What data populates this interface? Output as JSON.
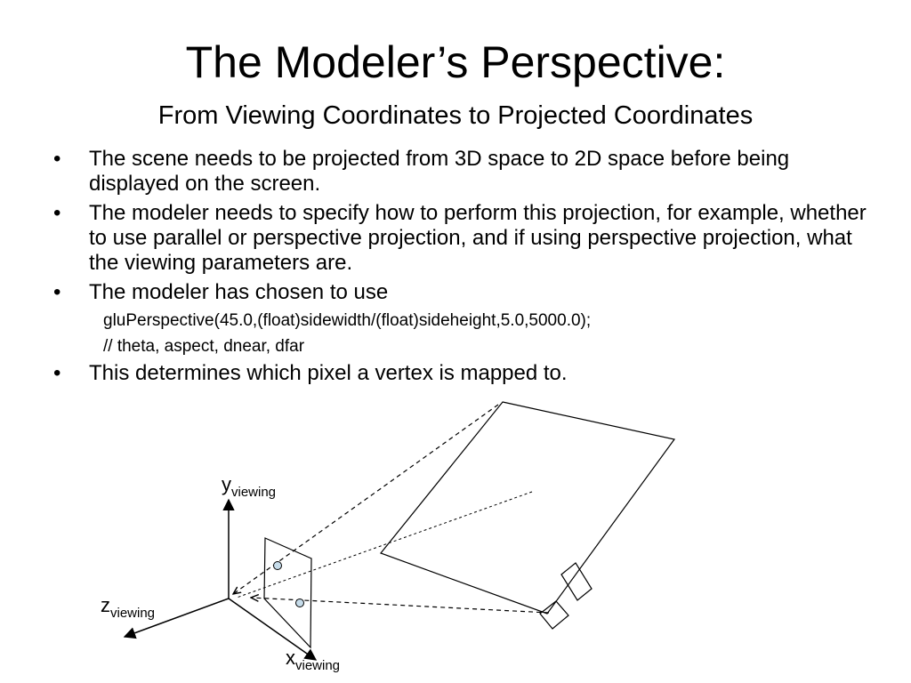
{
  "slide": {
    "title": "The Modeler’s Perspective:",
    "subtitle": "From Viewing Coordinates to Projected Coordinates",
    "bullets": [
      "The scene needs to be projected from 3D space to 2D space before being displayed on the screen.",
      "The modeler needs to specify how to perform this projection, for example, whether to use parallel or perspective projection, and if using perspective projection, what the viewing parameters are.",
      "The modeler has chosen to use",
      "This determines which pixel a vertex is mapped to."
    ],
    "bullet_marker": "•",
    "code_lines": [
      "gluPerspective(45.0,(float)sidewidth/(float)sideheight,5.0,5000.0);",
      "// theta, aspect, dnear, dfar"
    ]
  },
  "diagram": {
    "y_axis": {
      "letter": "y",
      "subscript": "viewing"
    },
    "z_axis": {
      "letter": "z",
      "subscript": "viewing"
    },
    "x_axis": {
      "letter": "x",
      "subscript": "viewing"
    },
    "point_fill": "#c6dcea"
  }
}
